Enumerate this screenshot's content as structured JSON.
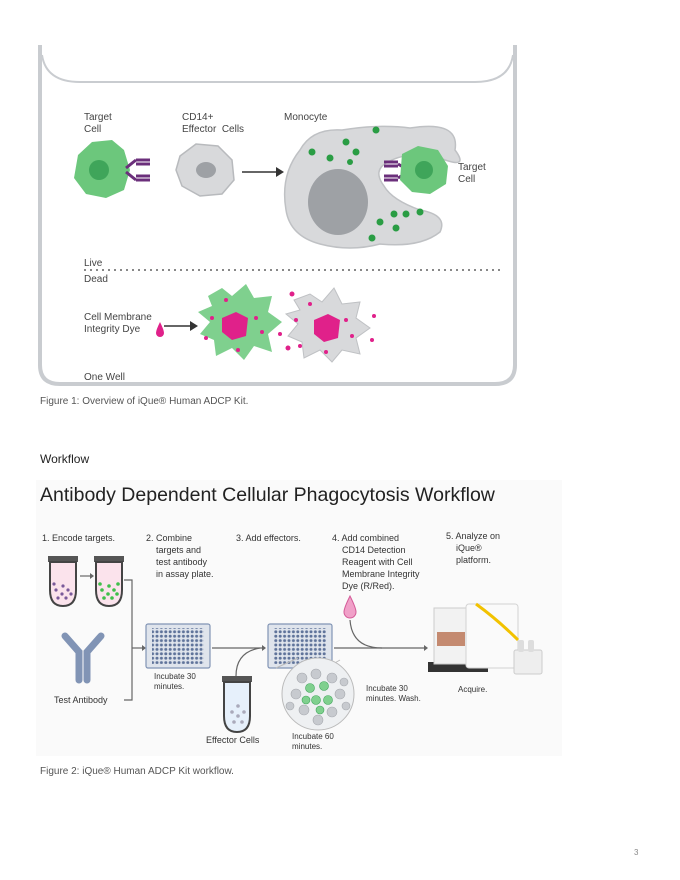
{
  "figure1": {
    "labels": {
      "target_cell": "Target\nCell",
      "effector": "CD14+\nEffector  Cells",
      "monocyte": "Monocyte",
      "target_cell_right": "Target\nCell",
      "live": "Live",
      "dead": "Dead",
      "dye": "Cell Membrane\nIntegrity Dye",
      "one_well": "One Well"
    },
    "caption": "Figure 1: Overview of iQue® Human ADCP Kit."
  },
  "section_heading": "Workflow",
  "figure2": {
    "title": "Antibody Dependent Cellular Phagocytosis Workflow",
    "steps": {
      "s1": "1. Encode targets.",
      "s2": "2. Combine\n    targets and\n    test antibody\n    in assay plate.",
      "s3": "3. Add effectors.",
      "s4": "4. Add combined\n    CD14 Detection\n    Reagent with Cell\n    Membrane Integrity\n    Dye (R/Red).",
      "s5": "5. Analyze on\n    iQue®\n    platform."
    },
    "notes": {
      "test_antibody": "Test Antibody",
      "incubate30": "Incubate 30\nminutes.",
      "effector_cells": "Effector Cells",
      "incubate60": "Incubate 60\nminutes.",
      "incubate30wash": "Incubate 30\nminutes. Wash.",
      "acquire": "Acquire."
    },
    "caption": "Figure 2: iQue® Human ADCP Kit workflow."
  },
  "page_number": "3",
  "colors": {
    "green": "#6cc77c",
    "magenta": "#e0218a",
    "purple": "#6b2f7b",
    "gray_cell": "#d8d9db",
    "plate_blue": "#7b8fb0",
    "yellow": "#f2c200"
  }
}
